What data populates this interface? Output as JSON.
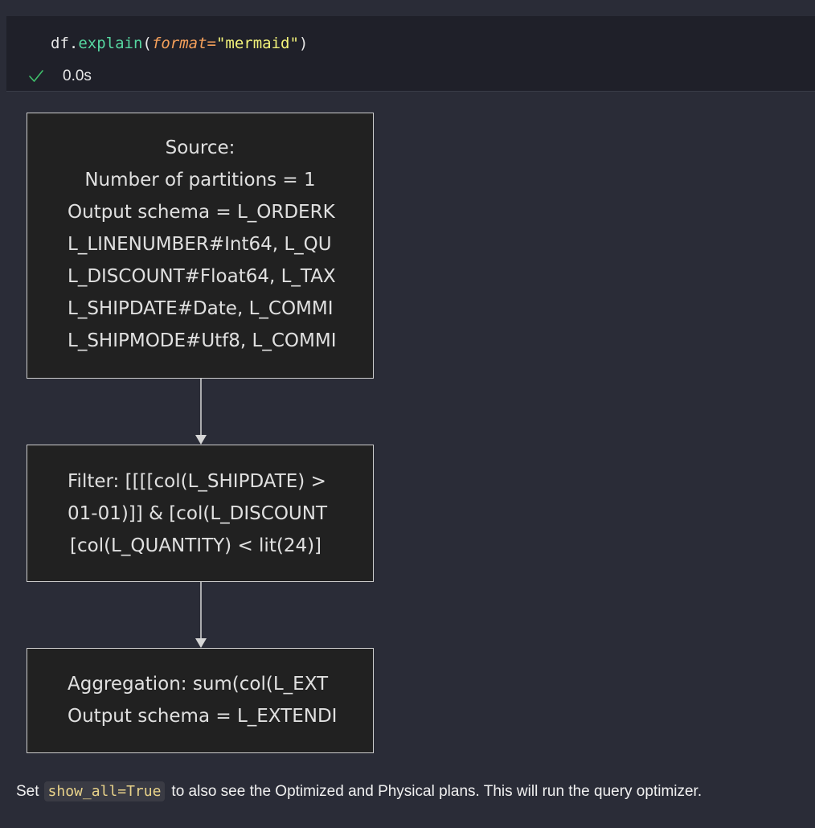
{
  "cell": {
    "code": {
      "obj": "df",
      "dot": ".",
      "method": "explain",
      "open_paren": "(",
      "kwarg": "format",
      "eq": "=",
      "value": "\"mermaid\"",
      "close_paren": ")"
    },
    "status_icon": "check-icon",
    "status_color": "#3fbf6b",
    "exec_time": "0.0s"
  },
  "diagram": {
    "nodes": [
      {
        "lines": [
          "Source:",
          "Number of partitions = 1",
          "Output schema = L_ORDERK",
          "L_LINENUMBER#Int64, L_QU",
          "L_DISCOUNT#Float64, L_TAX",
          "L_SHIPDATE#Date, L_COMMI",
          "L_SHIPMODE#Utf8, L_COMMI"
        ]
      },
      {
        "lines": [
          "Filter: [[[[col(L_SHIPDATE) >",
          "01-01)]] & [col(L_DISCOUNT",
          "[col(L_QUANTITY) < lit(24)]"
        ]
      },
      {
        "lines": [
          "Aggregation: sum(col(L_EXT",
          "Output schema = L_EXTENDI"
        ]
      }
    ],
    "border_color": "#cfcfcf",
    "node_fill": "#212121"
  },
  "footer": {
    "prefix": "Set",
    "code": "show_all=True",
    "suffix": "to also see the Optimized and Physical plans. This will run the query optimizer."
  }
}
